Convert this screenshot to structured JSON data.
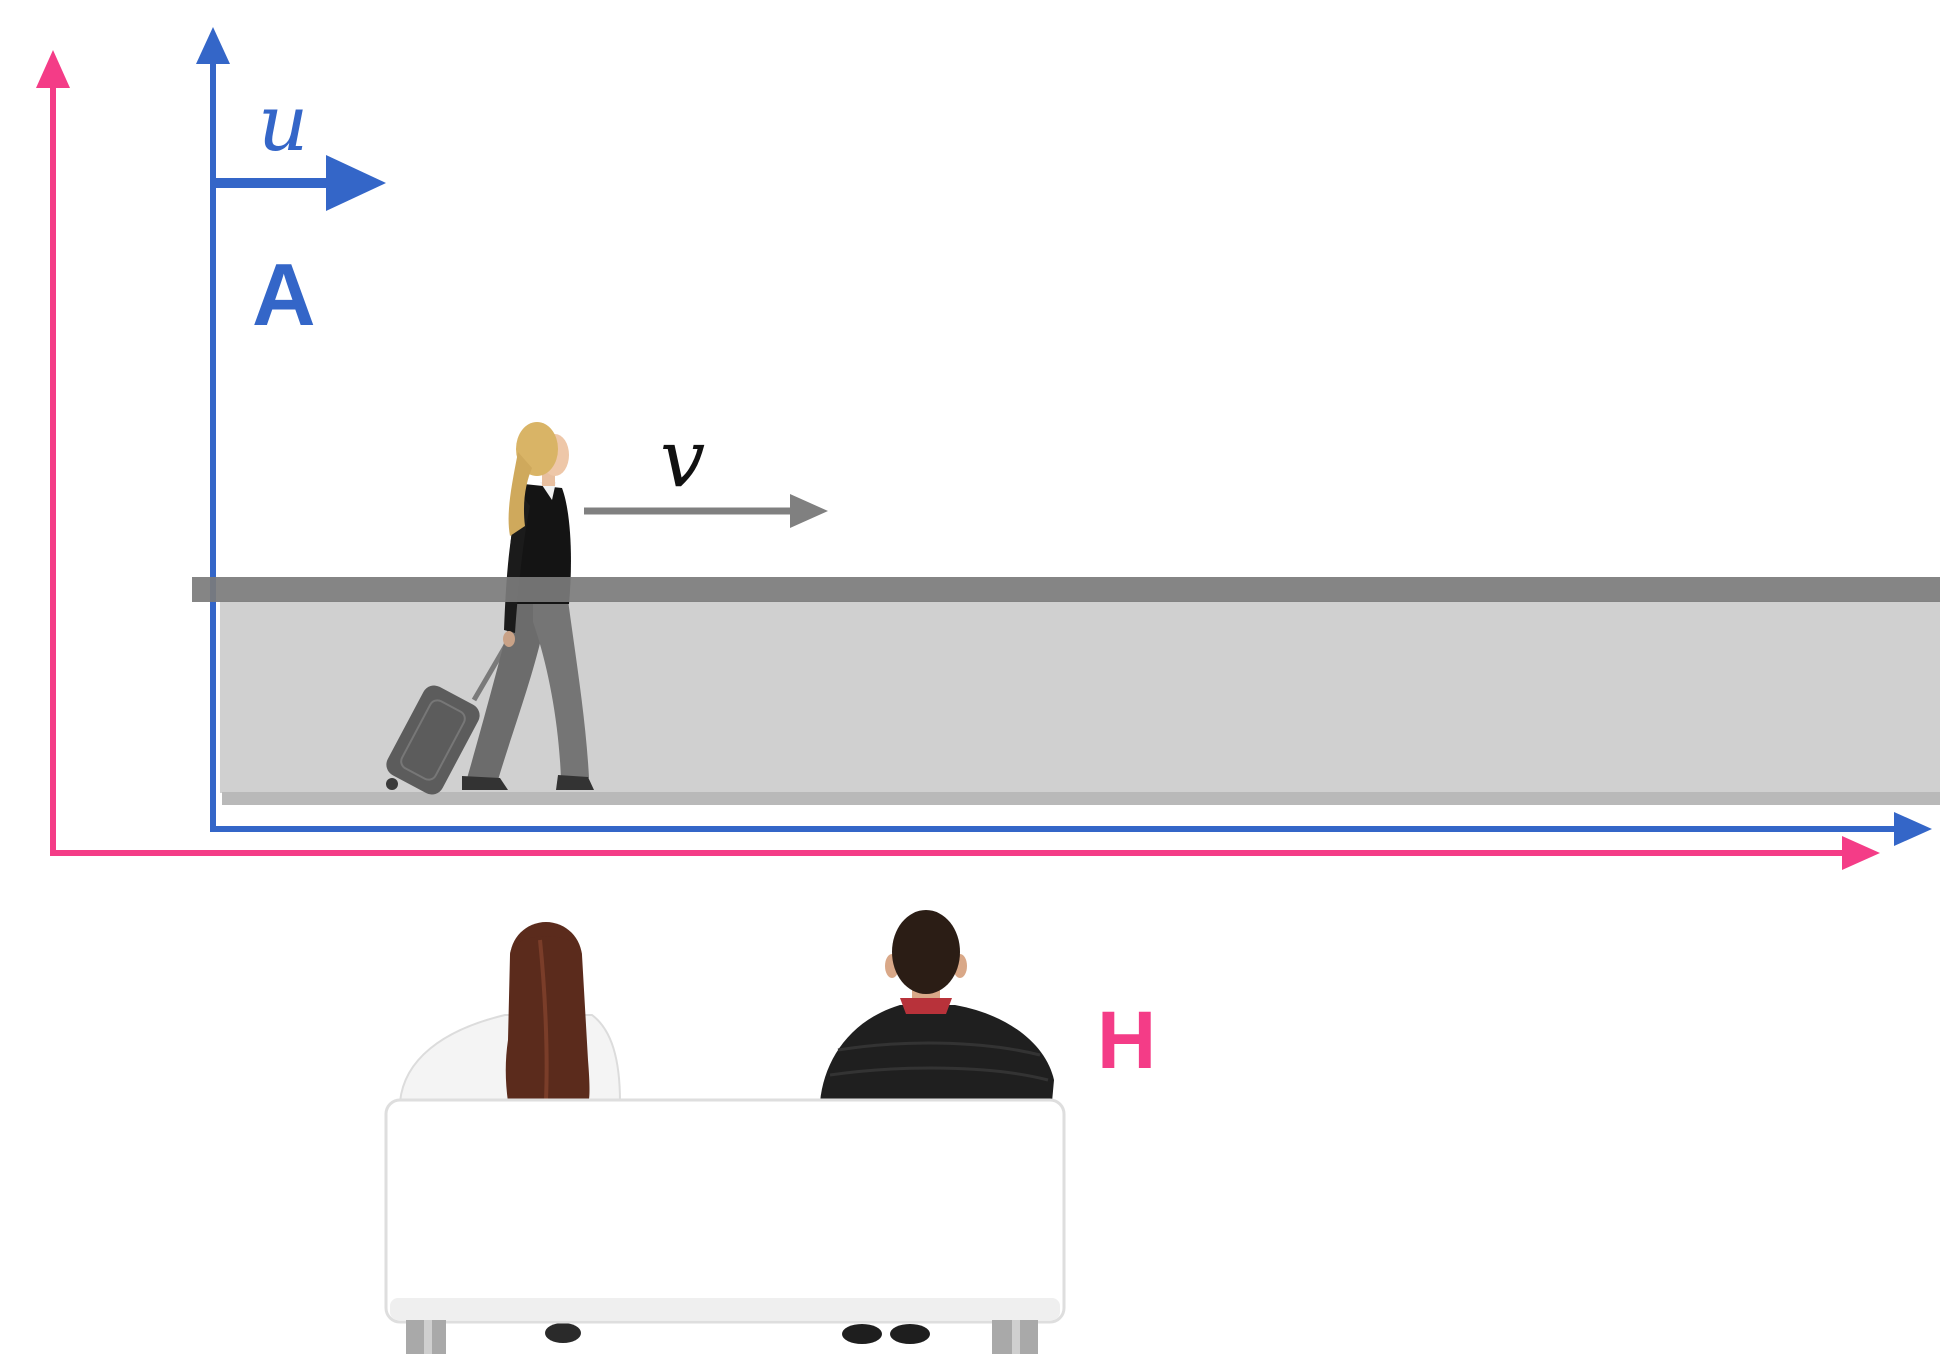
{
  "diagram": {
    "frame_A": {
      "label": "A",
      "velocity_label": "u",
      "color": "#3466c8"
    },
    "frame_H": {
      "label": "H",
      "color": "#f43c87"
    },
    "walker": {
      "velocity_label": "v",
      "arrow_color": "#808080"
    },
    "walkway": {
      "belt_color": "#7b7b7b",
      "floor_color": "#d0d0d0"
    }
  },
  "icons": [
    "walking-woman-with-suitcase-icon",
    "seated-woman-icon",
    "seated-man-icon",
    "sofa-icon"
  ]
}
